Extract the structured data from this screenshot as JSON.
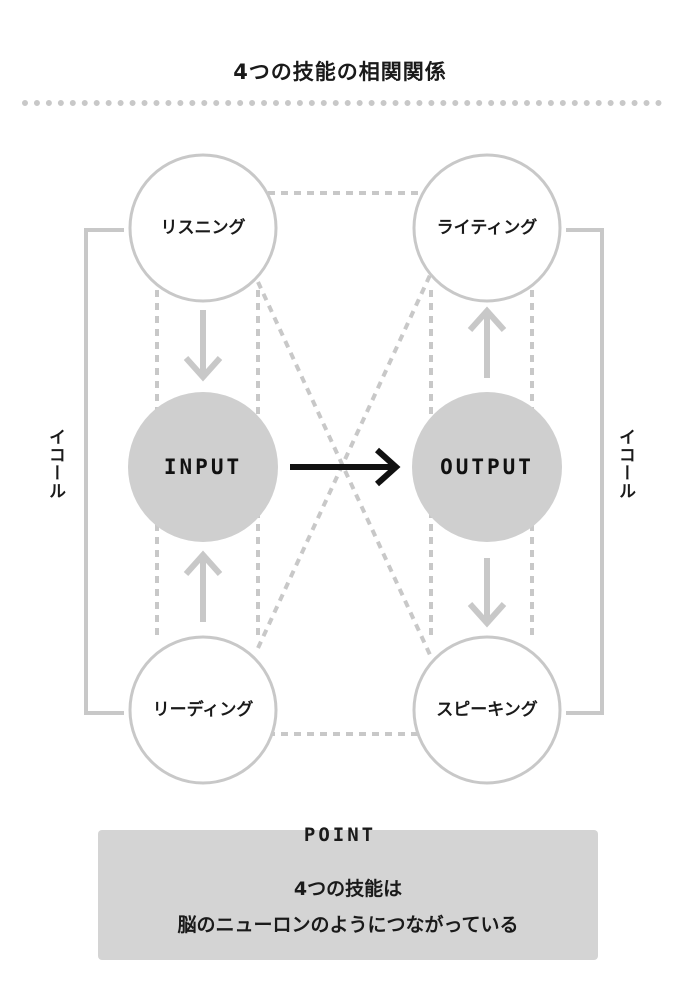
{
  "title": "4つの技能の相関関係",
  "nodes": {
    "listening": "リスニング",
    "writing": "ライティング",
    "reading": "リーディング",
    "speaking": "スピーキング"
  },
  "hubs": {
    "input": "INPUT",
    "output": "OUTPUT"
  },
  "equal_label_left": "イコール",
  "equal_label_right": "イコール",
  "point": {
    "tag": "POINT",
    "line1": "4つの技能は",
    "line2": "脳のニューロンのようにつながっている"
  },
  "colors": {
    "hub_fill": "#cfcfcf",
    "outline": "#c8c8c8",
    "dashed": "#c8c8c8",
    "main_arrow": "#111111",
    "point_box": "#d4d4d4"
  }
}
